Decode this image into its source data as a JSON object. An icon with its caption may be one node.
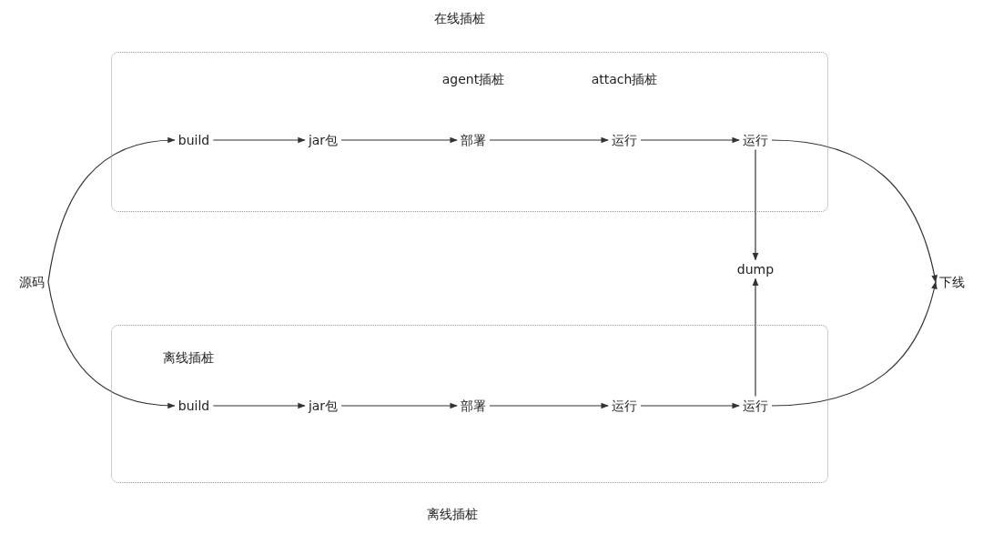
{
  "diagram": {
    "nodes": [
      {
        "text": [
          "在线插桩"
        ]
      },
      {
        "text": [
          "build"
        ],
        "in": 0
      },
      {
        "text": [
          "jar包"
        ],
        "in": 0
      },
      {
        "text": [
          "部署"
        ],
        "in": 0
      },
      {
        "text": [
          "运行"
        ],
        "in": 0
      },
      {
        "text": [
          "运行"
        ],
        "in": 0
      },
      {
        "text": [
          "离线插桩",
          "离线插桩"
        ]
      },
      {
        "text": [
          "build"
        ],
        "in": 6
      },
      {
        "text": [
          "jar包"
        ],
        "in": 6
      },
      {
        "text": [
          "部署"
        ],
        "in": 6
      },
      {
        "text": [
          "运行"
        ],
        "in": 6
      },
      {
        "text": [
          "运行"
        ],
        "in": 6
      },
      {
        "text": [
          "源码"
        ]
      },
      {
        "text": [
          "dump"
        ]
      },
      {
        "text": [
          "下线"
        ]
      }
    ],
    "edges": [
      {
        "from": 12,
        "to": 1,
        "arrow": "to"
      },
      {
        "from": 1,
        "to": 2,
        "arrow": "to"
      },
      {
        "from": 2,
        "to": 3,
        "arrow": "to"
      },
      {
        "from": 3,
        "to": 4,
        "arrow": "to"
      },
      {
        "from": 4,
        "to": 5,
        "arrow": "to"
      },
      {
        "from": 5,
        "to": 13,
        "arrow": "to"
      },
      {
        "from": 5,
        "to": 14,
        "arrow": "to"
      },
      {
        "from": 12,
        "to": 7,
        "arrow": "to"
      },
      {
        "from": 7,
        "to": 8,
        "arrow": "to"
      },
      {
        "from": 8,
        "to": 9,
        "arrow": "to"
      },
      {
        "from": 9,
        "to": 10,
        "arrow": "to"
      },
      {
        "from": 10,
        "to": 11,
        "arrow": "to"
      },
      {
        "from": 11,
        "to": 13,
        "arrow": "to"
      },
      {
        "from": 11,
        "to": 14,
        "arrow": "to"
      }
    ],
    "labels": [
      "agent插桩",
      "attach插桩"
    ]
  }
}
